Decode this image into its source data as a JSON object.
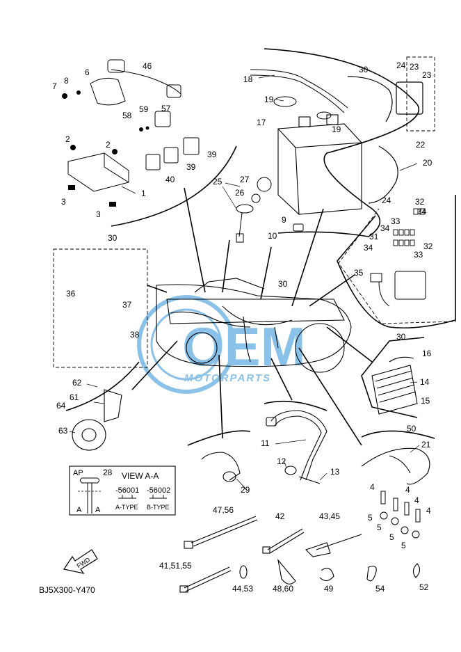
{
  "callouts": [
    "1",
    "2",
    "2",
    "3",
    "3",
    "4",
    "4",
    "4",
    "4",
    "5",
    "5",
    "5",
    "5",
    "6",
    "7",
    "8",
    "9",
    "10",
    "11",
    "12",
    "13",
    "14",
    "15",
    "16",
    "17",
    "18",
    "19",
    "19",
    "20",
    "21",
    "22",
    "23",
    "23",
    "24",
    "24",
    "25",
    "26",
    "27",
    "28",
    "29",
    "30",
    "30",
    "30",
    "30",
    "31",
    "32",
    "32",
    "33",
    "33",
    "34",
    "34",
    "34",
    "35",
    "36",
    "37",
    "38",
    "39",
    "39",
    "40",
    "46",
    "57",
    "58",
    "59",
    "61",
    "62",
    "63",
    "64",
    "47,56",
    "42",
    "43,45",
    "41,51,55",
    "44,53",
    "48,60",
    "49",
    "50",
    "54",
    "52"
  ],
  "view_box": {
    "ap_label": "AP",
    "view_label": "VIEW A-A",
    "code_a": "-56001",
    "code_b": "-56002",
    "type_a": "A-TYPE",
    "type_b": "B-TYPE",
    "a_left": "A",
    "a_right": "A"
  },
  "fwd_label": "FWD",
  "diagram_code": "BJ5X300-Y470",
  "watermark": {
    "brand": "OEM",
    "sub": "MOTORPARTS",
    "color": "#2a8fd6"
  }
}
